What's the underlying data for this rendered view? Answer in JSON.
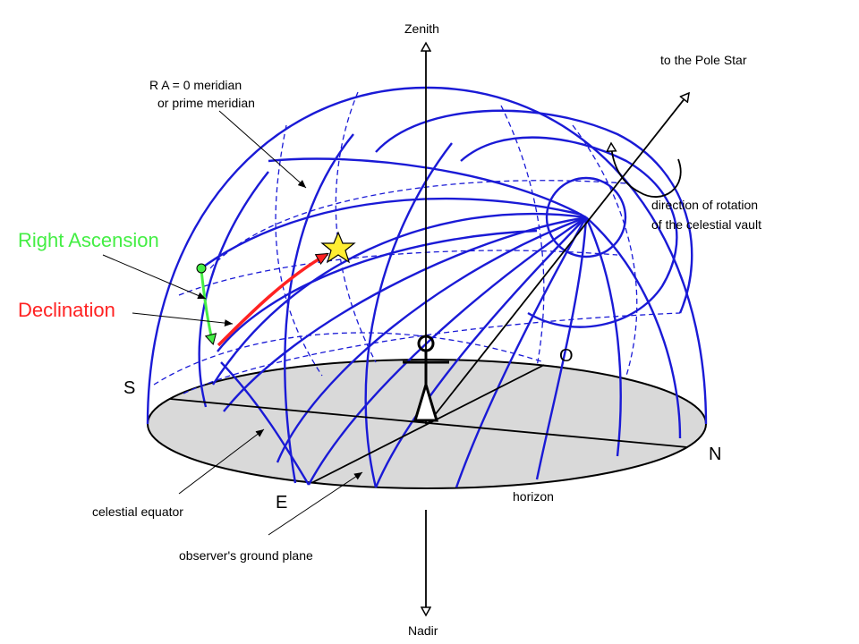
{
  "labels": {
    "zenith": "Zenith",
    "nadir": "Nadir",
    "pole_star": "to the Pole Star",
    "ra_meridian_line1": "R A = 0  meridian",
    "ra_meridian_line2": "or prime meridian",
    "rotation_line1": "direction of rotation",
    "rotation_line2": "of the celestial vault",
    "right_ascension": "Right Ascension",
    "declination": "Declination",
    "south": "S",
    "north": "N",
    "east": "E",
    "west": "O",
    "celestial_equator": "celestial equator",
    "horizon": "horizon",
    "ground_plane": "observer's ground plane"
  },
  "colors": {
    "grid": "#1a1ad6",
    "right_ascension": "#44ee44",
    "declination": "#ff2222",
    "ground": "#d9d9d9",
    "star": "#ffee33"
  },
  "icons": {
    "star": "star-icon",
    "observer": "observer-figure-icon"
  }
}
